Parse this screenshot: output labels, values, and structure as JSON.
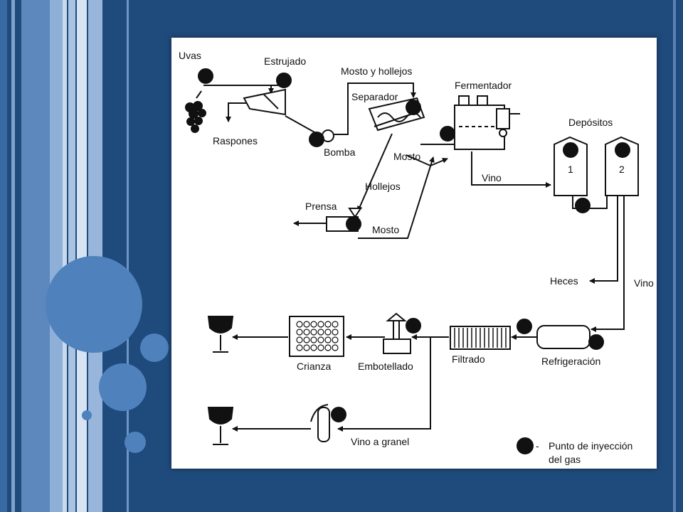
{
  "diagram": {
    "labels": {
      "uvas": "Uvas",
      "estrujado": "Estrujado",
      "mosto_hollejos": "Mosto y hollejos",
      "separador": "Separador",
      "fermentador": "Fermentador",
      "raspones": "Raspones",
      "bomba": "Bomba",
      "mosto_1": "Mosto",
      "depositos": "Depósitos",
      "vino_1": "Vino",
      "hollejos": "Hollejos",
      "prensa": "Prensa",
      "mosto_2": "Mosto",
      "heces": "Heces",
      "vino_2": "Vino",
      "crianza": "Crianza",
      "embotellado": "Embotellado",
      "filtrado": "Filtrado",
      "refrigeracion": "Refrigeración",
      "vino_granel": "Vino a granel",
      "legend_line1": "Punto de inyección",
      "legend_line2": "del gas",
      "legend_dash": "-",
      "tank1": "1",
      "tank2": "2"
    }
  },
  "colors": {
    "background": "#1f4a7c",
    "accent_circle": "#4f81bd",
    "panel": "#ffffff",
    "ink": "#111111"
  }
}
